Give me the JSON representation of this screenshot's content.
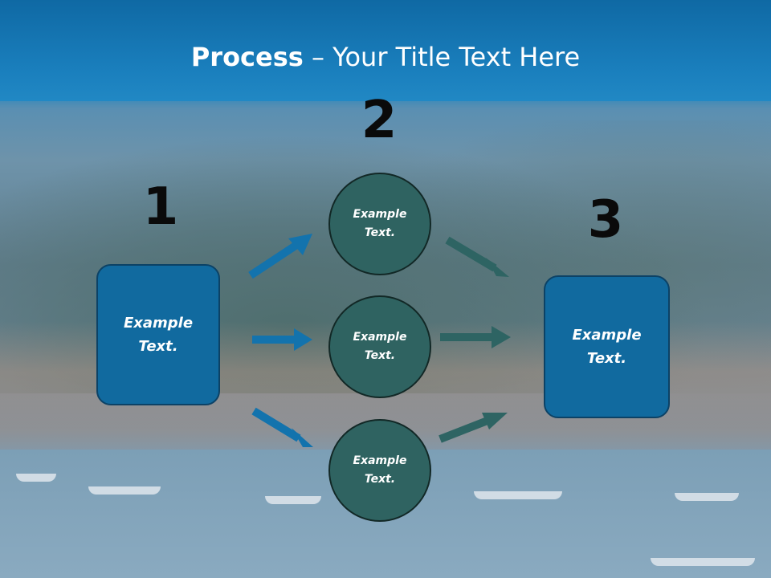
{
  "slide": {
    "title_bold": "Process",
    "title_rest": " – Your Title Text Here",
    "steps": [
      {
        "number": "1",
        "text": "Example\nText."
      },
      {
        "number": "2",
        "text": "Example\nText."
      },
      {
        "number": "3",
        "text": "Example\nText."
      }
    ],
    "circles": [
      {
        "text": "Example\nText."
      },
      {
        "text": "Example\nText."
      },
      {
        "text": "Example\nText."
      }
    ]
  },
  "colors": {
    "header": "#1a7fbd",
    "box_fill": "#116a9f",
    "circle_fill": "#2f6361",
    "arrow_blue": "#1373ad",
    "arrow_teal": "#2e6463"
  }
}
